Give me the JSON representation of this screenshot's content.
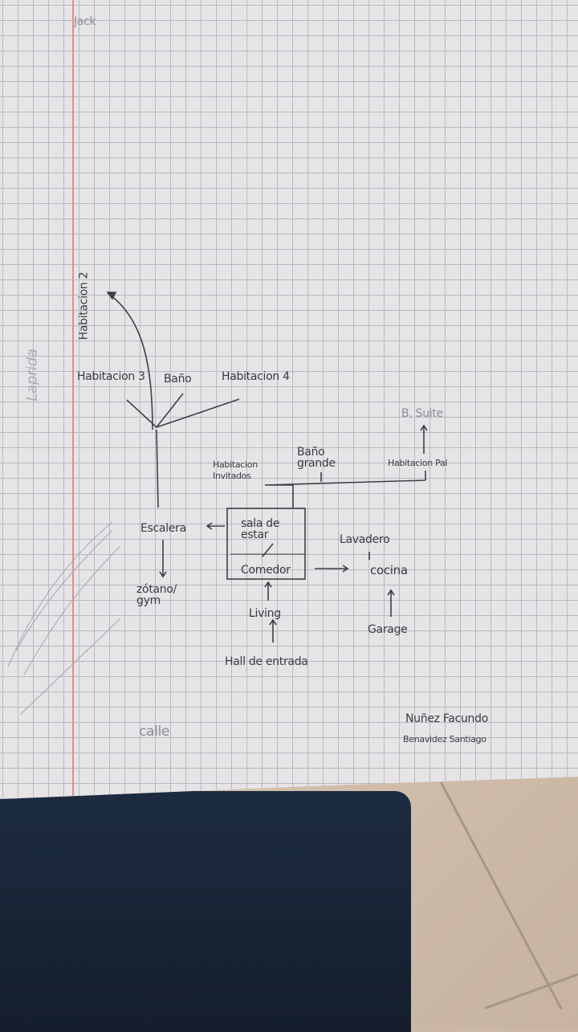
{
  "header_note": "Jack",
  "margin_note": "Laprida",
  "rooms": {
    "habitacion_2": "Habitacion 2",
    "habitacion_3": "Habitacion 3",
    "bano": "Baño",
    "habitacion_4": "Habitacion 4",
    "bano_suite": "B. Suite",
    "bano_grande": "Baño grande",
    "habitacion_principal": "Habitacion Pal",
    "habitacion_invitados": "Habitacion Invitados",
    "sala_de_estar": "sala de estar",
    "comedor": "Comedor",
    "escalera": "Escalera",
    "sotano_gym": "zótano/ gym",
    "lavadero": "Lavadero",
    "cocina": "cocina",
    "garage": "Garage",
    "living": "Living",
    "hall_de_entrada": "Hall de entrada",
    "calle": "calle"
  },
  "authors": [
    "Nuñez Facundo",
    "Benavidez Santiago"
  ],
  "colors": {
    "ink": "#3a3a40",
    "paper": "#e6e4e6",
    "margin": "#e58b8f",
    "cloth": "#1d2b40"
  }
}
